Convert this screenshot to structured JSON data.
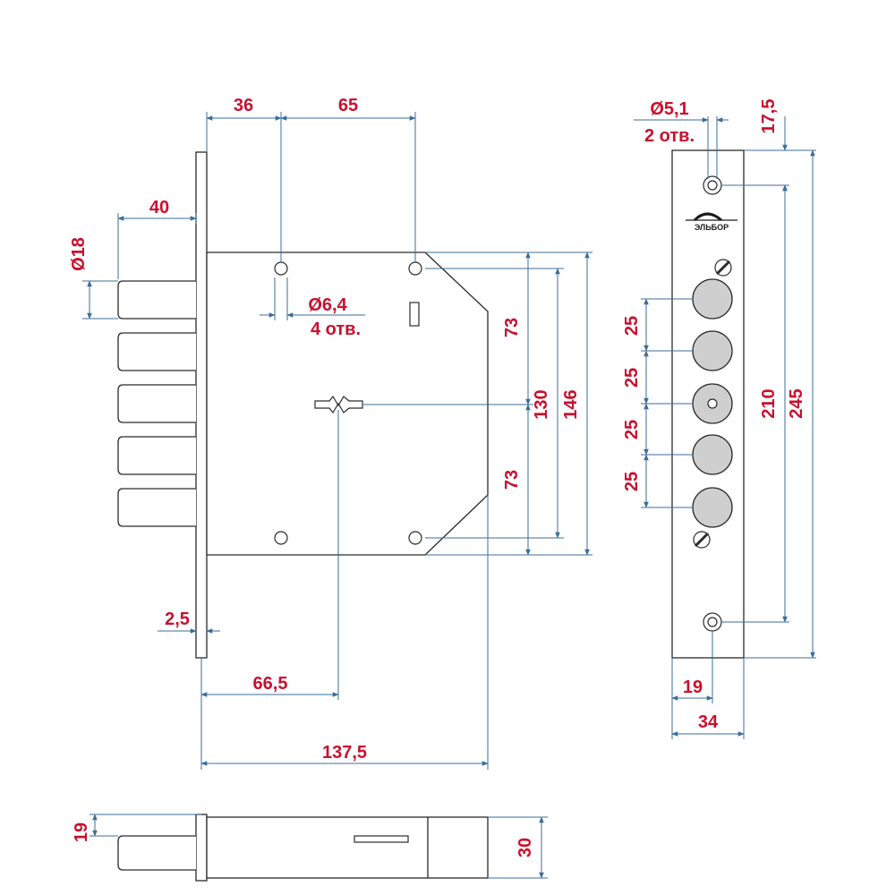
{
  "colors": {
    "dimension_text": "#c8102e",
    "dimension_line": "#3d6e9a",
    "outline": "#2a2a2a",
    "bolt_fill": "#ffffff",
    "roller_fill": "#cfcfcf"
  },
  "logo": {
    "icon": "elbor-logo-icon",
    "text": "ЭЛЬБОР"
  },
  "dimensions": {
    "top_36": "36",
    "top_65": "65",
    "bolt_throw": "40",
    "bolt_diameter": "Ø18",
    "hole_diameter": "Ø6,4",
    "hole_count": "4 отв.",
    "half_height_upper": "73",
    "half_height_lower": "73",
    "hole_spacing": "130",
    "body_height": "146",
    "plate_thickness": "2,5",
    "backset": "66,5",
    "body_width": "137,5",
    "faceplate_hole_diameter": "Ø5,1",
    "faceplate_hole_count": "2 отв.",
    "faceplate_top_offset": "17,5",
    "bolt_pitch_1": "25",
    "bolt_pitch_2": "25",
    "bolt_pitch_3": "25",
    "bolt_pitch_4": "25",
    "faceplate_hole_spacing": "210",
    "faceplate_length": "245",
    "faceplate_center": "19",
    "faceplate_width": "34",
    "case_bolt_diameter": "19",
    "case_thickness": "30"
  }
}
